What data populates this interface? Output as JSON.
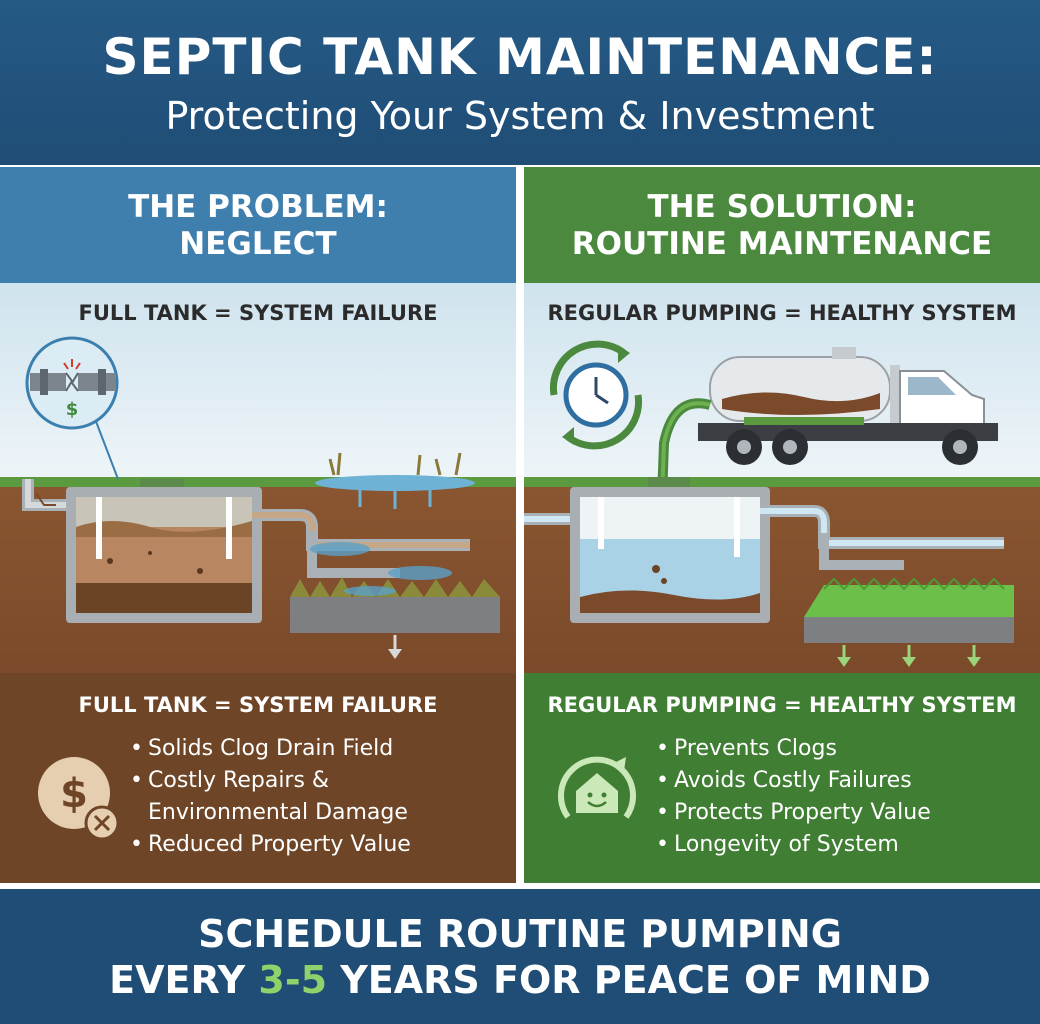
{
  "header": {
    "title": "SEPTIC TANK MAINTENANCE:",
    "subtitle": "Protecting Your System & Investment"
  },
  "problem": {
    "heading_line1": "THE PROBLEM:",
    "heading_line2": "NEGLECT",
    "scene_caption": "FULL TANK = SYSTEM FAILURE",
    "info_title": "FULL TANK = SYSTEM FAILURE",
    "bullets": [
      "Solids Clog Drain Field",
      "Costly Repairs &",
      "Environmental Damage",
      "Reduced Property Value"
    ],
    "pipe_icon_symbol": "$",
    "badge_symbol": "$"
  },
  "solution": {
    "heading_line1": "THE SOLUTION:",
    "heading_line2": "ROUTINE MAINTENANCE",
    "scene_caption": "REGULAR PUMPING = HEALTHY SYSTEM",
    "info_title": "REGULAR PUMPING = HEALTHY SYSTEM",
    "bullets": [
      "Prevents Clogs",
      "Avoids Costly Failures",
      "Protects Property Value",
      "Longevity of System"
    ]
  },
  "footer": {
    "line1": "SCHEDULE ROUTINE PUMPING",
    "line2_before": "EVERY ",
    "line2_highlight": "3-5",
    "line2_after": " YEARS FOR PEACE OF MIND"
  },
  "colors": {
    "header_blue": "#1f4d75",
    "problem_blue": "#3f7fae",
    "solution_green": "#4b8a3e",
    "soil_brown": "#6e4526",
    "highlight_green": "#8fd16a"
  },
  "icons": {
    "broken_pipe": "broken-pipe-icon",
    "money_x": "money-cancel-icon",
    "clock_cycle": "clock-cycle-icon",
    "happy_house": "happy-house-icon",
    "pump_truck": "pump-truck-icon"
  }
}
